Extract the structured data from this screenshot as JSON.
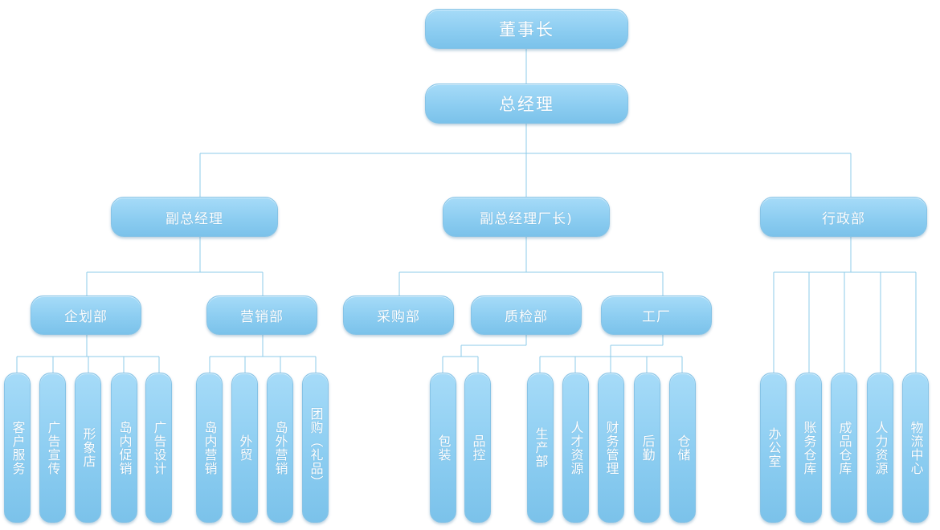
{
  "nodes": {
    "chairman": "董事长",
    "gm": "总经理",
    "vp": "副总经理",
    "vp_factory": "副总经理厂长)",
    "admin": "行政部",
    "planning": "企划部",
    "marketing": "营销部",
    "purchasing": "采购部",
    "qc": "质检部",
    "factory": "工厂",
    "customer_service": "客户服务",
    "advertising": "广告宣传",
    "image_store": "形象店",
    "island_promo": "岛内促销",
    "ad_design": "广告设计",
    "island_marketing": "岛内营销",
    "foreign_trade": "外贸",
    "offisland_marketing": "岛外营销",
    "group_purchase": "团购（礼品）",
    "packaging": "包装",
    "quality_control": "品控",
    "production": "生产部",
    "hr_factory": "人才资源",
    "finance": "财务管理",
    "logistics_support": "后勤",
    "storage": "仓储",
    "office": "办公室",
    "accounts_warehouse": "账务仓库",
    "finished_warehouse": "成品仓库",
    "human_resources": "人力资源",
    "logistics_center": "物流中心"
  },
  "colors": {
    "node_fill": "#8ccdf1",
    "node_text": "#ffffff",
    "connector": "#8ecbe8"
  }
}
